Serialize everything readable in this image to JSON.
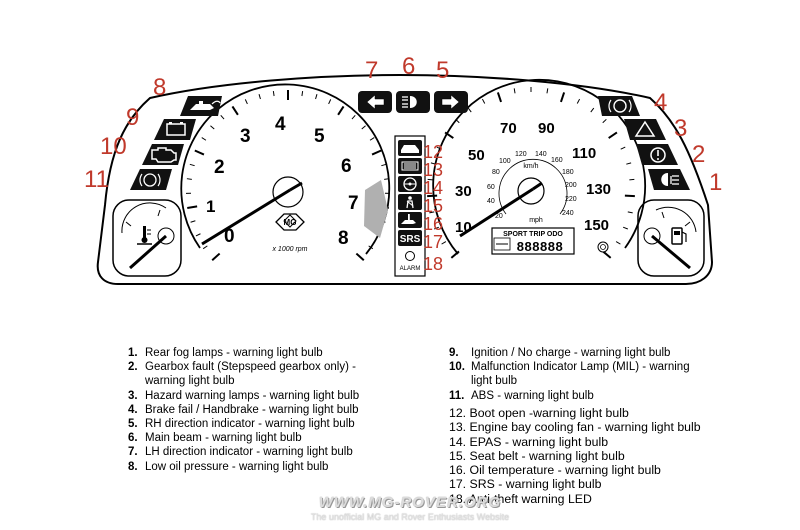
{
  "callouts": {
    "c1": "1",
    "c2": "2",
    "c3": "3",
    "c4": "4",
    "c5": "5",
    "c6": "6",
    "c7": "7",
    "c8": "8",
    "c9": "9",
    "c10": "10",
    "c11": "11",
    "c12": "12",
    "c13": "13",
    "c14": "14",
    "c15": "15",
    "c16": "16",
    "c17": "17",
    "c18": "18"
  },
  "tachometer": {
    "ticks": [
      "0",
      "1",
      "2",
      "3",
      "4",
      "5",
      "6",
      "7",
      "8"
    ],
    "unit": "x 1000 rpm",
    "badge": "MG"
  },
  "speedometer": {
    "mph_ticks": [
      "10",
      "30",
      "50",
      "70",
      "90",
      "110",
      "130",
      "150"
    ],
    "kmh_ticks": [
      "20",
      "40",
      "60",
      "80",
      "100",
      "120",
      "140",
      "160",
      "180",
      "200",
      "220",
      "240"
    ],
    "kmh_label": "km/h",
    "mph_label": "mph",
    "display_label": "SPORT  TRIP  ODO",
    "display_value": "888888"
  },
  "center_panel": {
    "srs_label": "SRS",
    "alarm_label": "ALARM"
  },
  "legend_left": [
    {
      "num": "1.",
      "text": "Rear fog lamps - warning light bulb"
    },
    {
      "num": "2.",
      "text": "Gearbox fault (Stepspeed gearbox only) -"
    },
    {
      "num": "",
      "text": "warning light bulb"
    },
    {
      "num": "3.",
      "text": "Hazard warning lamps - warning light bulb"
    },
    {
      "num": "4.",
      "text": "Brake fail / Handbrake - warning light bulb"
    },
    {
      "num": "5.",
      "text": "RH direction indicator - warning light bulb"
    },
    {
      "num": "6.",
      "text": "Main beam - warning light bulb"
    },
    {
      "num": "7.",
      "text": "LH direction indicator - warning light bulb"
    },
    {
      "num": "8.",
      "text": "Low oil pressure - warning light bulb"
    }
  ],
  "legend_right": [
    {
      "num": "9.",
      "text": "Ignition / No charge - warning light bulb"
    },
    {
      "num": "10.",
      "text": "Malfunction Indicator Lamp (MIL) - warning"
    },
    {
      "num": "",
      "text": "light bulb"
    },
    {
      "num": "11.",
      "text": "ABS - warning light bulb"
    }
  ],
  "legend_right_extra": [
    "12. Boot open -warning light bulb",
    "13. Engine bay cooling fan - warning light bulb",
    "14. EPAS - warning light bulb",
    "15. Seat belt - warning light bulb",
    "16. Oil temperature - warning light bulb",
    "17. SRS - warning light bulb",
    "18. Anti-theft warning LED"
  ],
  "watermark": {
    "site": "WWW.MG-ROVER.ORG",
    "tagline": "The unofficial MG and Rover Enthusiasts Website"
  },
  "colors": {
    "callout": "#c0392b",
    "outline": "#000000",
    "background": "#ffffff"
  }
}
